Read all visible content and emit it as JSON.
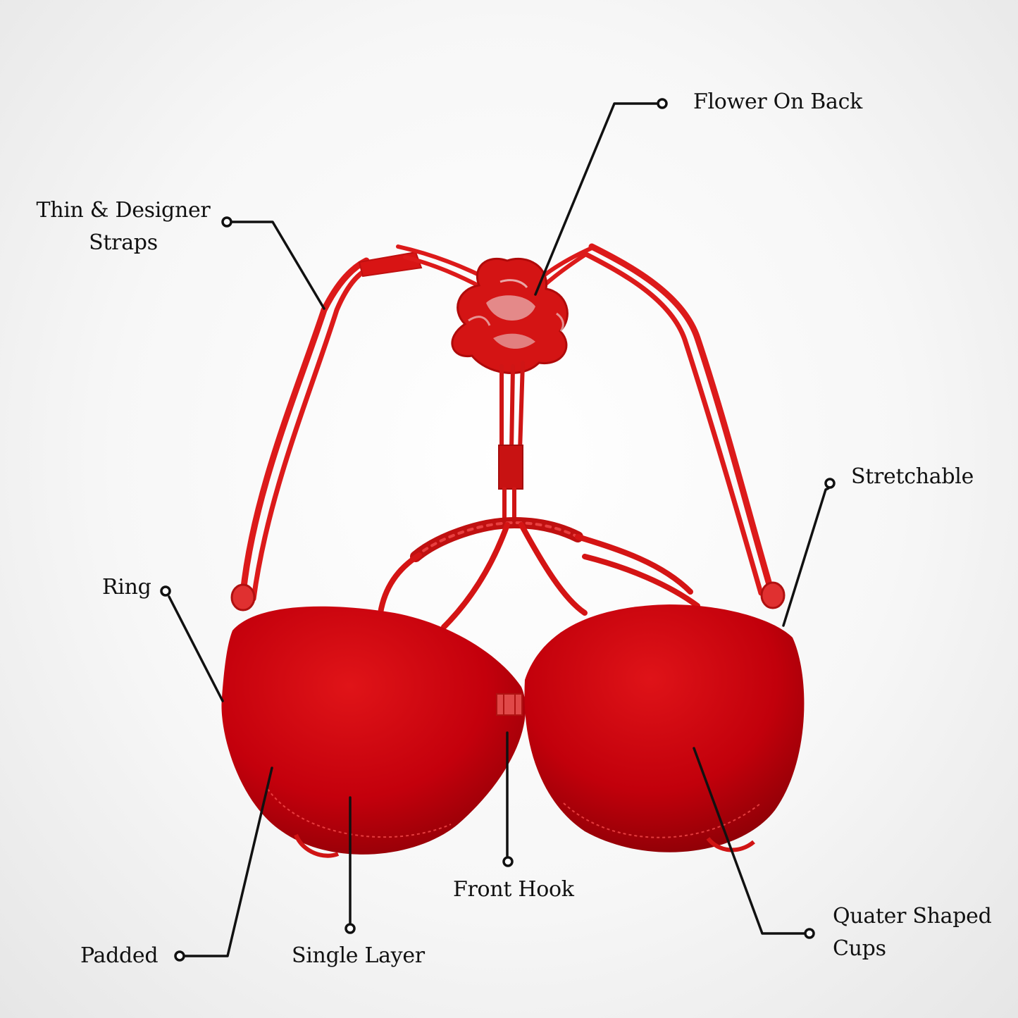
{
  "labels": {
    "flower": "Flower On Back",
    "straps_1": "Thin & Designer",
    "straps_2": "Straps",
    "stretch": "Stretchable",
    "ring": "Ring",
    "front_hook": "Front Hook",
    "cups_1": "Quater Shaped",
    "cups_2": "Cups",
    "padded": "Padded",
    "single": "Single Layer"
  },
  "colors": {
    "garment": "#d81414",
    "garment_dark": "#9c0008",
    "line": "#111111",
    "background": "#f4f4f4"
  }
}
